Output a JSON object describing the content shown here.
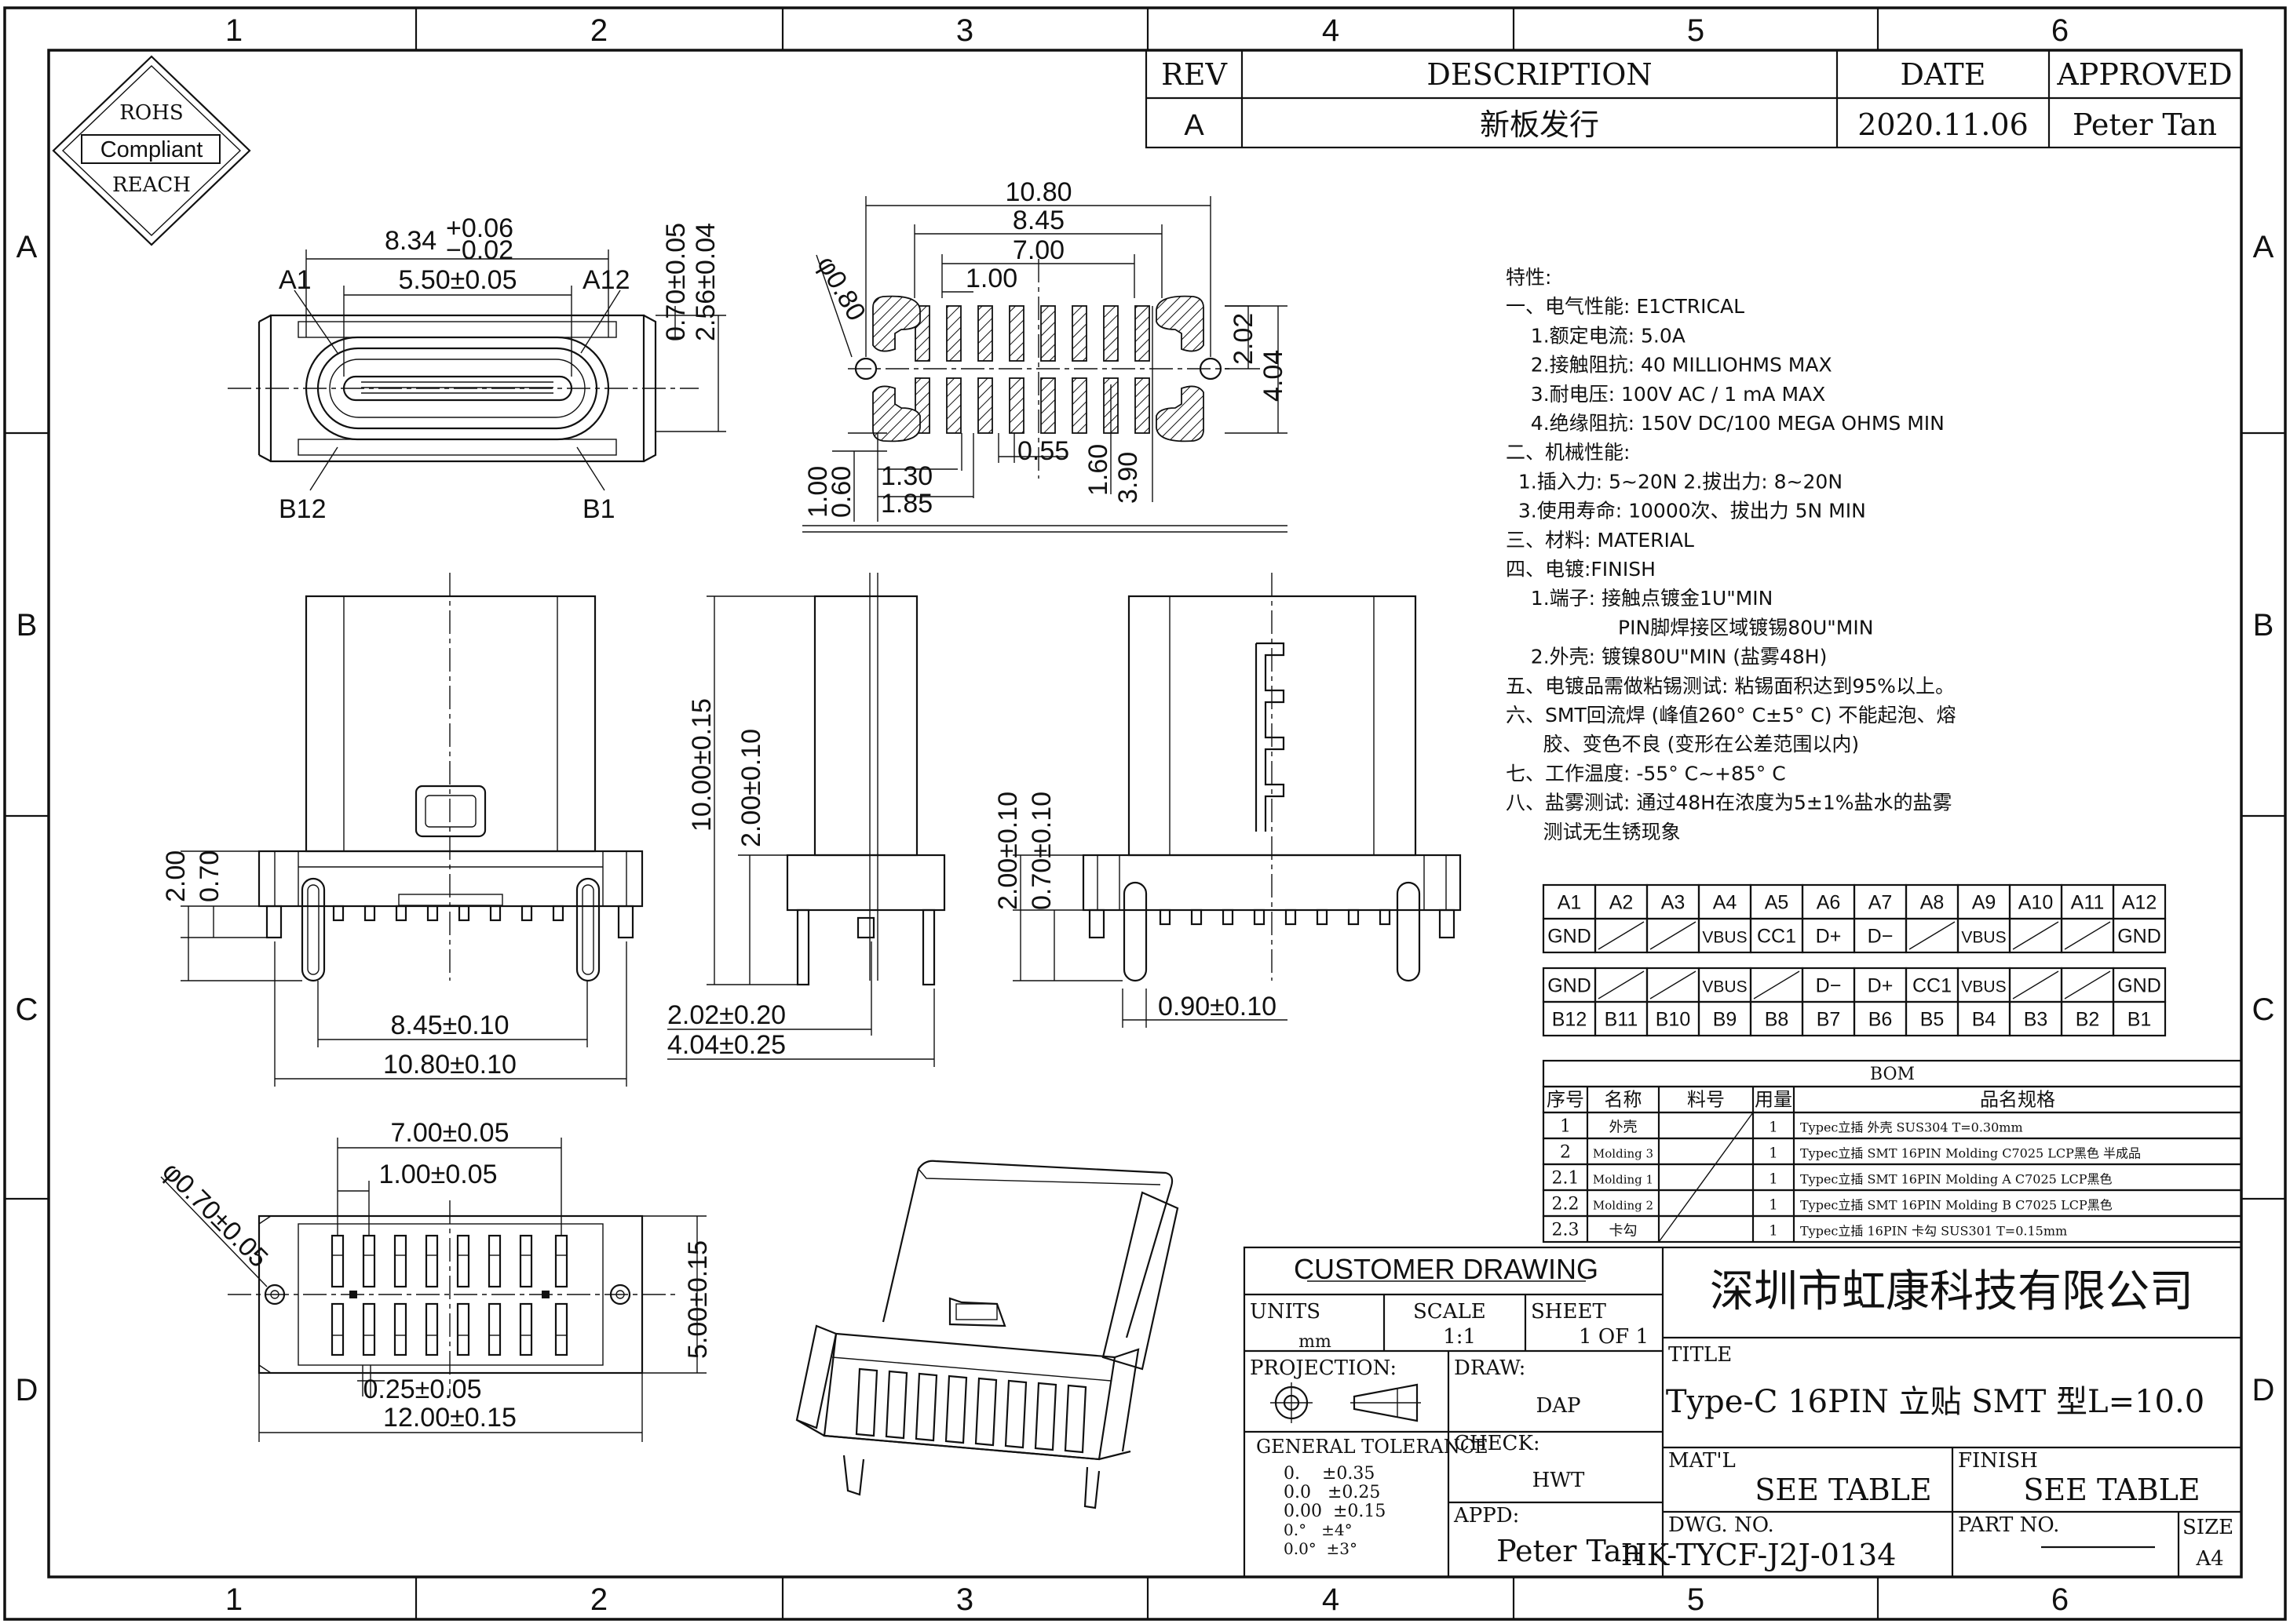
{
  "border": {
    "columns": [
      "1",
      "2",
      "3",
      "4",
      "5",
      "6"
    ],
    "rows": [
      "A",
      "B",
      "C",
      "D"
    ]
  },
  "rohs_logo": {
    "top": "ROHS",
    "middle": "Compliant",
    "bottom": "REACH"
  },
  "revision_block": {
    "headers": [
      "REV",
      "DESCRIPTION",
      "DATE",
      "APPROVED"
    ],
    "row": [
      "A",
      "新板发行",
      "2020.11.06",
      "Peter Tan"
    ]
  },
  "dims": {
    "top_8_34": "8.34",
    "top_8_34_tol_plus": "+0.06",
    "top_8_34_tol_minus": "−0.02",
    "top_5_50": "5.50±0.05",
    "top_0_70": "0.70±0.05",
    "top_2_56": "2.56±0.04",
    "pin_a1": "A1",
    "pin_a12": "A12",
    "pin_b12": "B12",
    "pin_b1": "B1",
    "fp_10_80": "10.80",
    "fp_8_45": "8.45",
    "fp_7_00": "7.00",
    "fp_1_00": "1.00",
    "fp_phi": "φ0.80",
    "fp_2_02": "2.02",
    "fp_4_04": "4.04",
    "fp_1_30": "1.30",
    "fp_1_85": "1.85",
    "fp_0_55": "0.55",
    "fp_1_60": "1.60",
    "fp_3_90": "3.90",
    "fp_1_00v": "1.00",
    "fp_0_60": "0.60",
    "fr_2_00": "2.00",
    "fr_0_70": "0.70",
    "fr_8_45": "8.45±0.10",
    "fr_10_80": "10.80±0.10",
    "sd_10_00": "10.00±0.15",
    "sd_2_00": "2.00±0.10",
    "sd_2_02": "2.02±0.20",
    "sd_4_04": "4.04±0.25",
    "rs_2_00": "2.00±0.10",
    "rs_0_70": "0.70±0.10",
    "rs_0_90": "0.90±0.10",
    "bt_7_00": "7.00±0.05",
    "bt_1_00": "1.00±0.05",
    "bt_phi": "φ0.70±0.05",
    "bt_5_00": "5.00±0.15",
    "bt_0_25": "0.25±0.05",
    "bt_12_00": "12.00±0.15"
  },
  "specs": [
    "特性:",
    "一、电气性能: E1CTRICAL",
    "  1.额定电流: 5.0A",
    "  2.接触阻抗: 40 MILLIOHMS MAX",
    "  3.耐电压: 100V AC / 1 mA MAX",
    "  4.绝缘阻抗: 150V DC/100 MEGA OHMS MIN",
    "二、机械性能:",
    " 1.插入力: 5~20N  2.拔出力: 8~20N",
    " 3.使用寿命: 10000次、拔出力 5N MIN",
    "三、材料: MATERIAL",
    "四、电镀:FINISH",
    "  1.端子: 接触点镀金1U\"MIN",
    "         PIN脚焊接区域镀锡80U\"MIN",
    "  2.外壳: 镀镍80U\"MIN (盐雾48H)",
    "五、电镀品需做粘锡测试: 粘锡面积达到95%以上。",
    "六、SMT回流焊 (峰值260° C±5° C) 不能起泡、熔",
    "   胶、变色不良 (变形在公差范围以内)",
    "七、工作温度: -55° C~+85° C",
    "八、盐雾测试: 通过48H在浓度为5±1%盐水的盐雾",
    "   测试无生锈现象"
  ],
  "pin_table": {
    "row_a_labels": [
      "A1",
      "A2",
      "A3",
      "A4",
      "A5",
      "A6",
      "A7",
      "A8",
      "A9",
      "A10",
      "A11",
      "A12"
    ],
    "row_a_signals": [
      "GND",
      "",
      "",
      "VBUS",
      "CC1",
      "D+",
      "D−",
      "",
      "VBUS",
      "",
      "",
      "GND"
    ],
    "row_b_signals": [
      "GND",
      "",
      "",
      "VBUS",
      "",
      "D−",
      "D+",
      "CC1",
      "VBUS",
      "",
      "",
      "GND"
    ],
    "row_b_labels": [
      "B12",
      "B11",
      "B10",
      "B9",
      "B8",
      "B7",
      "B6",
      "B5",
      "B4",
      "B3",
      "B2",
      "B1"
    ]
  },
  "bom": {
    "title": "BOM",
    "headers": [
      "序号",
      "名称",
      "料号",
      "用量",
      "品名规格"
    ],
    "rows": [
      [
        "1",
        "外壳",
        "",
        "1",
        "Typec立插 外壳 SUS304 T=0.30mm"
      ],
      [
        "2",
        "Molding 3",
        "",
        "1",
        "Typec立插 SMT 16PIN Molding C7025 LCP黑色 半成品"
      ],
      [
        "2.1",
        "Molding 1",
        "",
        "1",
        "Typec立插 SMT 16PIN Molding A C7025 LCP黑色"
      ],
      [
        "2.2",
        "Molding 2",
        "",
        "1",
        "Typec立插 SMT 16PIN Molding B C7025 LCP黑色"
      ],
      [
        "2.3",
        "卡勾",
        "",
        "1",
        "Typec立插 16PIN 卡勾 SUS301 T=0.15mm"
      ]
    ]
  },
  "title_block": {
    "customer_drawing": "CUSTOMER DRAWING",
    "company": "深圳市虹康科技有限公司",
    "units_label": "UNITS",
    "units_value": "mm",
    "scale_label": "SCALE",
    "scale_value": "1:1",
    "sheet_label": "SHEET",
    "sheet_value": "1 OF 1",
    "title_label": "TITLE",
    "title_value": "Type-C 16PIN 立贴 SMT 型L=10.0",
    "projection_label": "PROJECTION:",
    "draw_label": "DRAW:",
    "draw_value": "DAP",
    "tolerance_label": "GENERAL TOLERANCE",
    "tolerances": [
      "0.    ±0.35",
      "0.0   ±0.25",
      "0.00  ±0.15",
      "0.°   ±4°",
      "0.0°  ±3°"
    ],
    "check_label": "CHECK:",
    "check_value": "HWT",
    "appd_label": "APPD:",
    "appd_value": "Peter Tan",
    "matl_label": "MAT'L",
    "matl_value": "SEE TABLE",
    "finish_label": "FINISH",
    "finish_value": "SEE TABLE",
    "dwg_label": "DWG. NO.",
    "dwg_value": "HK-TYCF-J2J-0134",
    "part_label": "PART NO.",
    "size_label": "SIZE",
    "size_value": "A4"
  }
}
